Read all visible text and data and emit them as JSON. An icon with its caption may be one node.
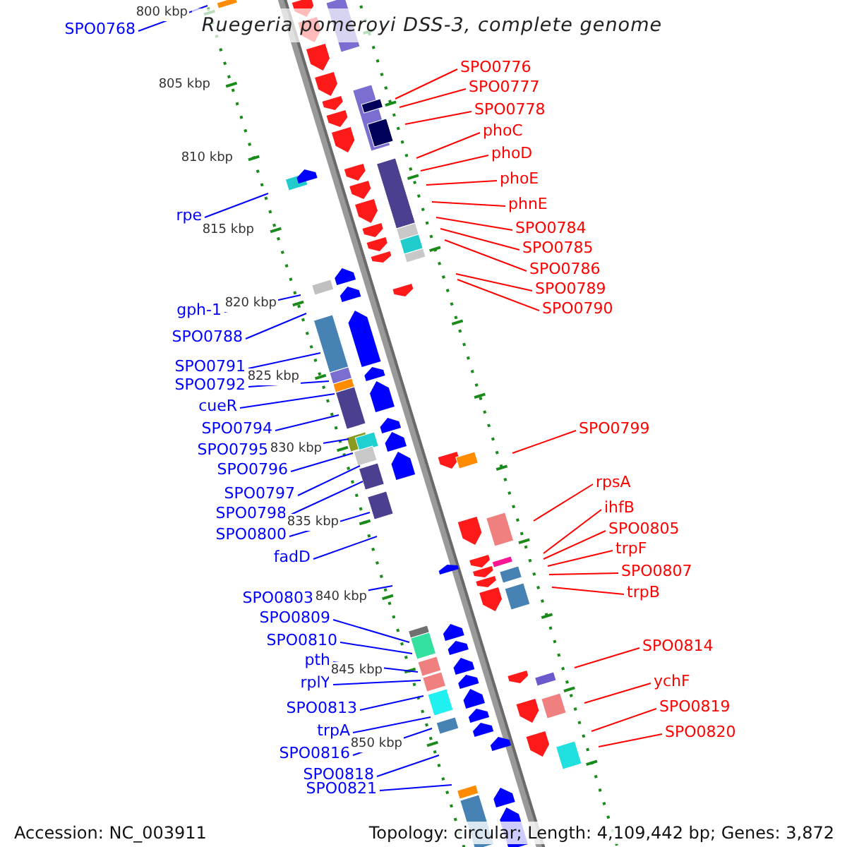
{
  "diagram": {
    "title": "Ruegeria pomeroyi DSS-3, complete genome",
    "nodes": [
      {
        "text": [
          "SPO0768"
        ]
      },
      {
        "text": [
          "rpe"
        ]
      },
      {
        "text": [
          "gph-1"
        ]
      },
      {
        "text": [
          "SPO0788"
        ]
      },
      {
        "text": [
          "SPO0791"
        ]
      },
      {
        "text": [
          "SPO0792"
        ]
      },
      {
        "text": [
          "cueR"
        ]
      },
      {
        "text": [
          "SPO0794"
        ]
      },
      {
        "text": [
          "SPO0795"
        ]
      },
      {
        "text": [
          "SPO0796"
        ]
      },
      {
        "text": [
          "SPO0797"
        ]
      },
      {
        "text": [
          "SPO0798"
        ]
      },
      {
        "text": [
          "SPO0800"
        ]
      },
      {
        "text": [
          "fadD"
        ]
      },
      {
        "text": [
          "SPO0803"
        ]
      },
      {
        "text": [
          "SPO0809"
        ]
      },
      {
        "text": [
          "SPO0810"
        ]
      },
      {
        "text": [
          "pth"
        ]
      },
      {
        "text": [
          "rplY"
        ]
      },
      {
        "text": [
          "SPO0813"
        ]
      },
      {
        "text": [
          "trpA"
        ]
      },
      {
        "text": [
          "SPO0816"
        ]
      },
      {
        "text": [
          "SPO0818"
        ]
      },
      {
        "text": [
          "SPO0821"
        ]
      },
      {
        "text": [
          "SPO0776"
        ]
      },
      {
        "text": [
          "SPO0777"
        ]
      },
      {
        "text": [
          "SPO0778"
        ]
      },
      {
        "text": [
          "phoC"
        ]
      },
      {
        "text": [
          "phoD"
        ]
      },
      {
        "text": [
          "phoE"
        ]
      },
      {
        "text": [
          "phnE"
        ]
      },
      {
        "text": [
          "SPO0784"
        ]
      },
      {
        "text": [
          "SPO0785"
        ]
      },
      {
        "text": [
          "SPO0786"
        ]
      },
      {
        "text": [
          "SPO0789"
        ]
      },
      {
        "text": [
          "SPO0790"
        ]
      },
      {
        "text": [
          "SPO0799"
        ]
      },
      {
        "text": [
          "rpsA"
        ]
      },
      {
        "text": [
          "ihfB"
        ]
      },
      {
        "text": [
          "SPO0805"
        ]
      },
      {
        "text": [
          "trpF"
        ]
      },
      {
        "text": [
          "SPO0807"
        ]
      },
      {
        "text": [
          "trpB"
        ]
      },
      {
        "text": [
          "SPO0814"
        ]
      },
      {
        "text": [
          "ychF"
        ]
      },
      {
        "text": [
          "SPO0819"
        ]
      },
      {
        "text": [
          "SPO0820"
        ]
      }
    ],
    "edges": [
      {
        "from": 0,
        "to": null,
        "arrow": "none"
      },
      {
        "from": 1,
        "to": null,
        "arrow": "none"
      },
      {
        "from": 2,
        "to": null,
        "arrow": "none"
      },
      {
        "from": 3,
        "to": null,
        "arrow": "none"
      },
      {
        "from": 4,
        "to": null,
        "arrow": "none"
      },
      {
        "from": 5,
        "to": null,
        "arrow": "none"
      },
      {
        "from": 6,
        "to": null,
        "arrow": "none"
      },
      {
        "from": 7,
        "to": null,
        "arrow": "none"
      },
      {
        "from": 8,
        "to": null,
        "arrow": "none"
      },
      {
        "from": 9,
        "to": null,
        "arrow": "none"
      },
      {
        "from": 10,
        "to": null,
        "arrow": "none"
      },
      {
        "from": 11,
        "to": null,
        "arrow": "none"
      },
      {
        "from": 12,
        "to": null,
        "arrow": "none"
      },
      {
        "from": 13,
        "to": null,
        "arrow": "none"
      },
      {
        "from": 14,
        "to": null,
        "arrow": "none"
      },
      {
        "from": 15,
        "to": null,
        "arrow": "none"
      },
      {
        "from": 16,
        "to": null,
        "arrow": "none"
      },
      {
        "from": 17,
        "to": null,
        "arrow": "none"
      },
      {
        "from": 18,
        "to": null,
        "arrow": "none"
      },
      {
        "from": 19,
        "to": null,
        "arrow": "none"
      },
      {
        "from": 20,
        "to": null,
        "arrow": "none"
      },
      {
        "from": 21,
        "to": null,
        "arrow": "none"
      },
      {
        "from": 22,
        "to": null,
        "arrow": "none"
      },
      {
        "from": 23,
        "to": null,
        "arrow": "none"
      },
      {
        "from": 24,
        "to": null,
        "arrow": "none",
        "color": "#ff0000"
      },
      {
        "from": 25,
        "to": null,
        "arrow": "none",
        "color": "#ff0000"
      },
      {
        "from": 26,
        "to": null,
        "arrow": "none",
        "color": "#ff0000"
      },
      {
        "from": 27,
        "to": null,
        "arrow": "none",
        "color": "#ff0000"
      },
      {
        "from": 28,
        "to": null,
        "arrow": "none",
        "color": "#ff0000"
      },
      {
        "from": 29,
        "to": null,
        "arrow": "none",
        "color": "#ff0000"
      },
      {
        "from": 30,
        "to": null,
        "arrow": "none",
        "color": "#ff0000"
      },
      {
        "from": 31,
        "to": null,
        "arrow": "none",
        "color": "#ff0000"
      },
      {
        "from": 32,
        "to": null,
        "arrow": "none",
        "color": "#ff0000"
      },
      {
        "from": 33,
        "to": null,
        "arrow": "none",
        "color": "#ff0000"
      },
      {
        "from": 34,
        "to": null,
        "arrow": "none",
        "color": "#ff0000"
      },
      {
        "from": 35,
        "to": null,
        "arrow": "none",
        "color": "#ff0000"
      },
      {
        "from": 36,
        "to": null,
        "arrow": "none",
        "color": "#ff0000"
      },
      {
        "from": 37,
        "to": null,
        "arrow": "none",
        "color": "#ff0000"
      },
      {
        "from": 38,
        "to": null,
        "arrow": "none",
        "color": "#ff0000"
      },
      {
        "from": 39,
        "to": null,
        "arrow": "none",
        "color": "#ff0000"
      },
      {
        "from": 40,
        "to": null,
        "arrow": "none",
        "color": "#ff0000"
      },
      {
        "from": 41,
        "to": null,
        "arrow": "none",
        "color": "#ff0000"
      },
      {
        "from": 42,
        "to": null,
        "arrow": "none",
        "color": "#ff0000"
      },
      {
        "from": 43,
        "to": null,
        "arrow": "none",
        "color": "#ff0000"
      },
      {
        "from": 44,
        "to": null,
        "arrow": "none",
        "color": "#ff0000"
      },
      {
        "from": 45,
        "to": null,
        "arrow": "none",
        "color": "#ff0000"
      },
      {
        "from": 46,
        "to": null,
        "arrow": "none",
        "color": "#ff0000"
      }
    ],
    "labels": [
      "800 kbp",
      "805 kbp",
      "810 kbp",
      "815 kbp",
      "820 kbp",
      "825 kbp",
      "830 kbp",
      "835 kbp",
      "840 kbp",
      "845 kbp",
      "850 kbp",
      "Accession: NC_003911",
      "Topology: circular; Length: 4,109,442 bp; Genes: 3,872"
    ]
  }
}
